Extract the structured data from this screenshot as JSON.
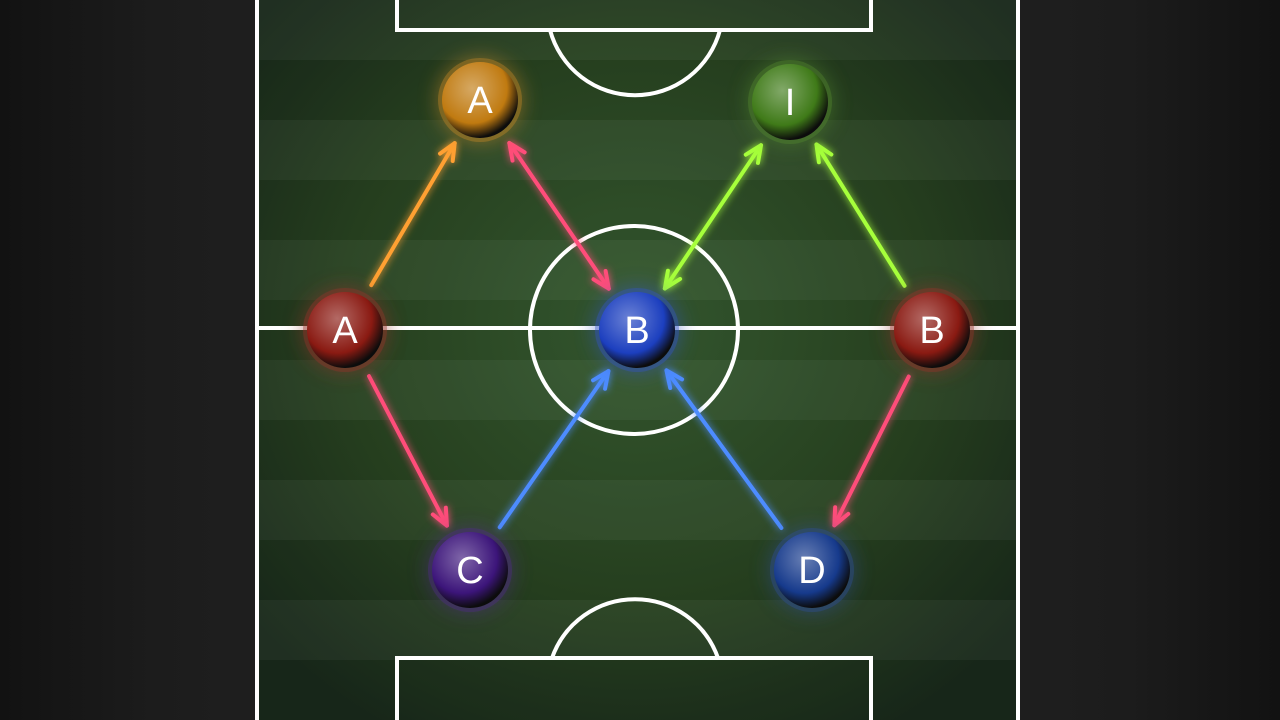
{
  "players": [
    {
      "id": "p1",
      "label": "A",
      "color": "#c07a10"
    },
    {
      "id": "p2",
      "label": "I",
      "color": "#3f7a18"
    },
    {
      "id": "p3",
      "label": "A",
      "color": "#8a1a12"
    },
    {
      "id": "p4",
      "label": "B",
      "color": "#1c3fbf"
    },
    {
      "id": "p5",
      "label": "B",
      "color": "#8a1a12"
    },
    {
      "id": "p6",
      "label": "C",
      "color": "#3c157a"
    },
    {
      "id": "p7",
      "label": "D",
      "color": "#163a8c"
    }
  ],
  "arrows": [
    {
      "from": "p3",
      "to": "p1",
      "color": "#ffa030",
      "type": "single"
    },
    {
      "from": "p1",
      "to": "p4",
      "color": "#ff4d7a",
      "type": "double"
    },
    {
      "from": "p2",
      "to": "p4",
      "color": "#a6ff3a",
      "type": "double"
    },
    {
      "from": "p5",
      "to": "p2",
      "color": "#a6ff3a",
      "type": "single"
    },
    {
      "from": "p3",
      "to": "p6",
      "color": "#ff4d7a",
      "type": "single"
    },
    {
      "from": "p6",
      "to": "p4",
      "color": "#4d8cff",
      "type": "single"
    },
    {
      "from": "p7",
      "to": "p4",
      "color": "#4d8cff",
      "type": "single"
    },
    {
      "from": "p5",
      "to": "p7",
      "color": "#ff4d7a",
      "type": "single"
    }
  ],
  "colors": {
    "pitch_dark": "#1c2a1c",
    "pitch_light": "#2c4a2a",
    "line": "#ffffff"
  }
}
